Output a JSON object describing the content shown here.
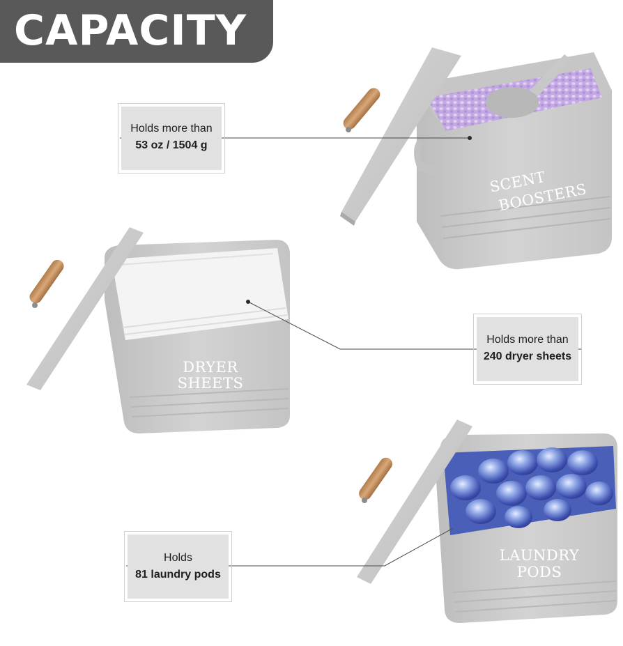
{
  "header": {
    "title": "CAPACITY"
  },
  "callouts": [
    {
      "line1": "Holds more than",
      "line2": "53 oz / 1504 g"
    },
    {
      "line1": "Holds more than",
      "line2": "240 dryer sheets"
    },
    {
      "line1": "Holds",
      "line2": "81 laundry pods"
    }
  ],
  "canisters": [
    {
      "label_line1": "SCENT",
      "label_line2": "BOOSTERS"
    },
    {
      "label_line1": "DRYER",
      "label_line2": "SHEETS"
    },
    {
      "label_line1": "LAUNDRY",
      "label_line2": "PODS"
    }
  ],
  "colors": {
    "header_bg": "#595959",
    "can_gray": "#cfcfcf",
    "callout_bg": "#e1e1e1",
    "beads": "#c9b2e6",
    "pods": "#5b72c9"
  }
}
